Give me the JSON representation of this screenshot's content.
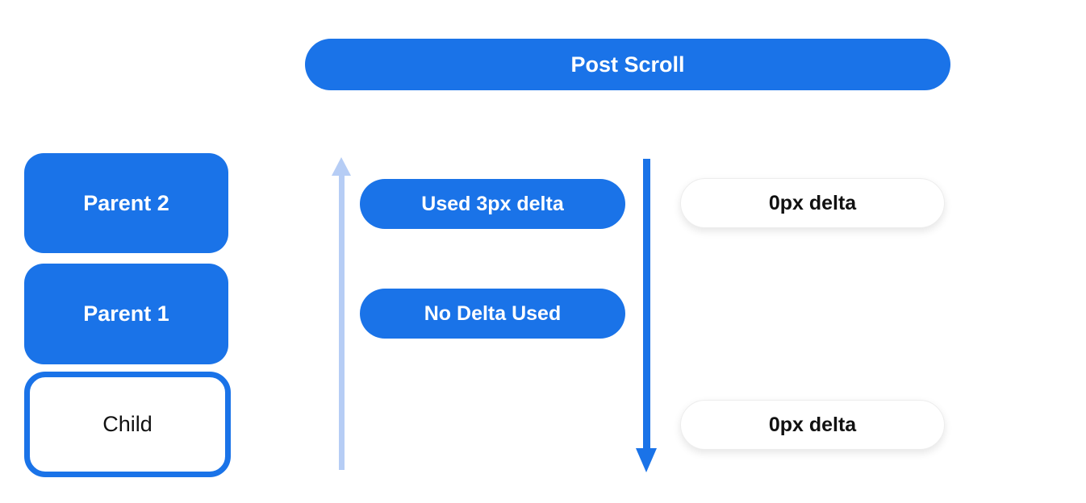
{
  "colors": {
    "primary_blue": "#1a73e8",
    "light_blue": "#b6cdf5",
    "text_dark": "#111111",
    "pill_border": "#ededed"
  },
  "header": {
    "title": "Post Scroll"
  },
  "widget_stack": {
    "parent_2_label": "Parent 2",
    "parent_1_label": "Parent 1",
    "child_label": "Child"
  },
  "delta_flow": {
    "used_delta_label": "Used 3px delta",
    "no_delta_label": "No Delta Used",
    "remaining_top_label": "0px delta",
    "remaining_bottom_label": "0px delta"
  },
  "icons": {
    "up_arrow": "arrow-up-light-blue",
    "down_arrow": "arrow-down-blue"
  }
}
